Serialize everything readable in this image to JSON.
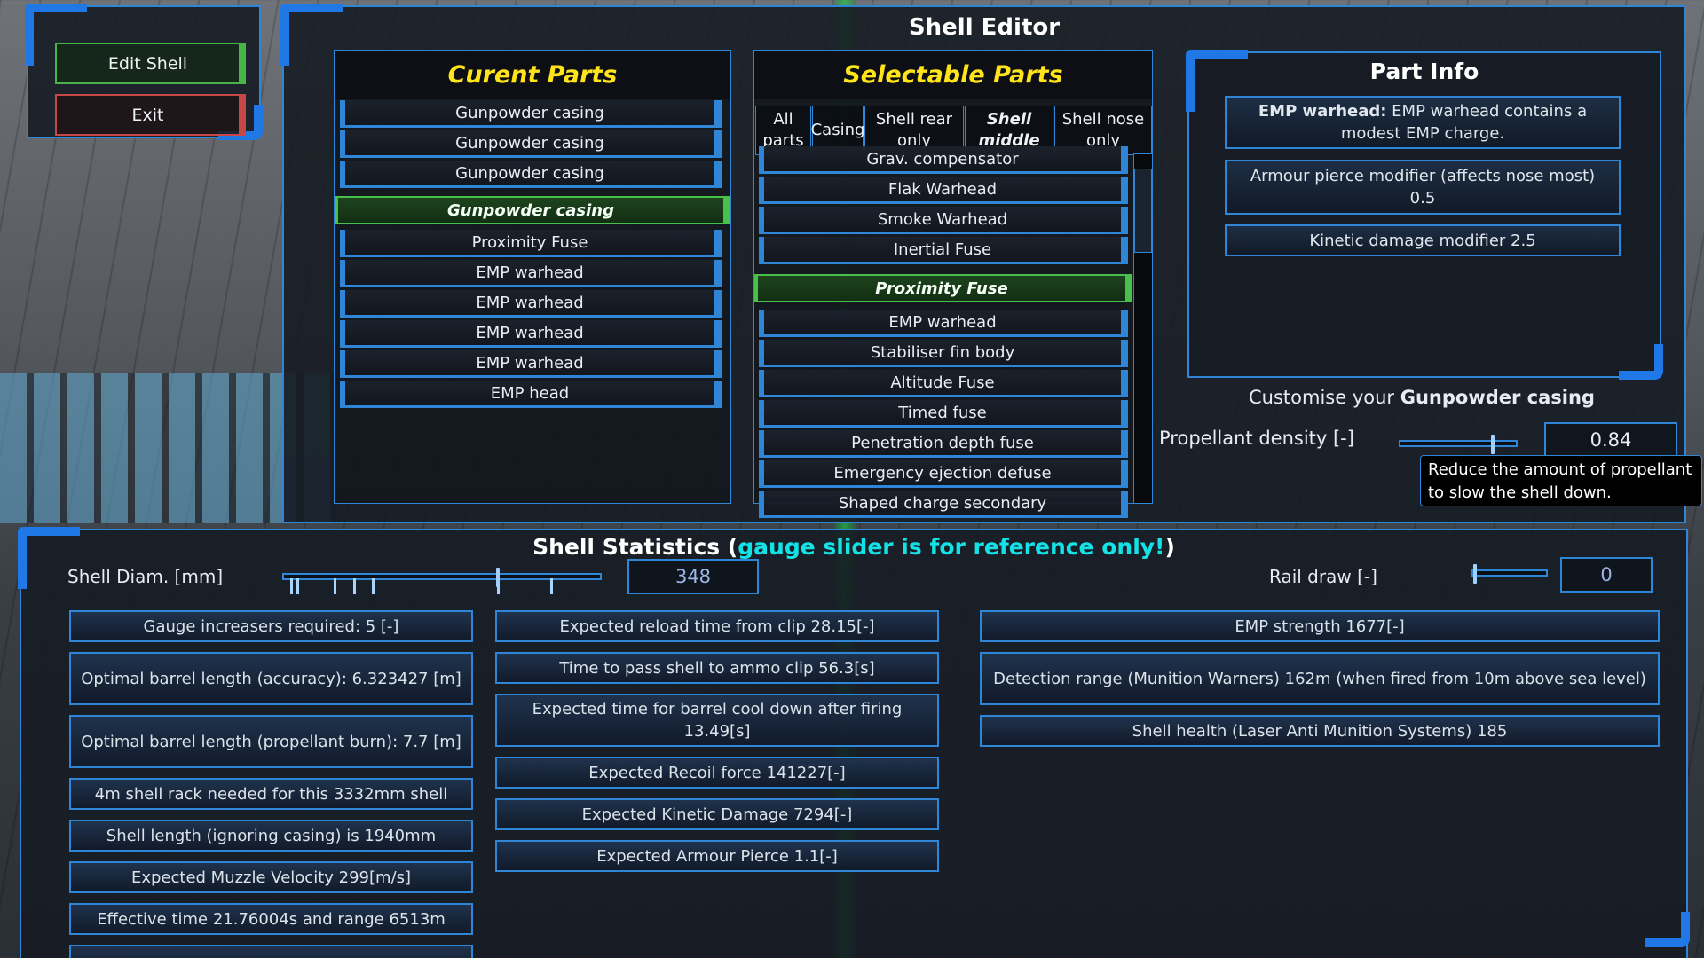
{
  "side_menu": {
    "edit_shell": "Edit Shell",
    "exit": "Exit"
  },
  "editor": {
    "title": "Shell Editor",
    "current_parts": {
      "heading": "Curent Parts",
      "items": [
        {
          "label": "Gunpowder casing",
          "selected": false
        },
        {
          "label": "Gunpowder casing",
          "selected": false
        },
        {
          "label": "Gunpowder casing",
          "selected": false
        },
        {
          "label": "Gunpowder casing",
          "selected": true
        },
        {
          "label": "Proximity Fuse",
          "selected": false
        },
        {
          "label": "EMP warhead",
          "selected": false
        },
        {
          "label": "EMP warhead",
          "selected": false
        },
        {
          "label": "EMP warhead",
          "selected": false
        },
        {
          "label": "EMP warhead",
          "selected": false
        },
        {
          "label": "EMP head",
          "selected": false
        }
      ]
    },
    "selectable_parts": {
      "heading": "Selectable Parts",
      "tabs": [
        {
          "label": "All parts",
          "active": false
        },
        {
          "label": "Casing",
          "active": false
        },
        {
          "label": "Shell rear only",
          "active": false
        },
        {
          "label": "Shell middle",
          "active": true
        },
        {
          "label": "Shell nose only",
          "active": false
        }
      ],
      "items": [
        {
          "label": "Grav. compensator",
          "selected": false
        },
        {
          "label": "Flak Warhead",
          "selected": false
        },
        {
          "label": "Smoke Warhead",
          "selected": false
        },
        {
          "label": "Inertial Fuse",
          "selected": false
        },
        {
          "label": "Proximity Fuse",
          "selected": true
        },
        {
          "label": "EMP warhead",
          "selected": false
        },
        {
          "label": "Stabiliser fin body",
          "selected": false
        },
        {
          "label": "Altitude Fuse",
          "selected": false
        },
        {
          "label": "Timed fuse",
          "selected": false
        },
        {
          "label": "Penetration depth fuse",
          "selected": false
        },
        {
          "label": "Emergency ejection defuse",
          "selected": false
        },
        {
          "label": "Shaped charge secondary",
          "selected": false
        }
      ]
    },
    "part_info": {
      "title": "Part Info",
      "name": "EMP warhead:",
      "description": " EMP warhead contains a modest EMP charge.",
      "armour_pierce": "Armour pierce modifier (affects nose most) 0.5",
      "kinetic_damage": "Kinetic damage modifier 2.5"
    },
    "customise": {
      "prefix": "Customise your ",
      "part_name": "Gunpowder casing",
      "propellant_label": "Propellant density [-]",
      "propellant_value": "0.84",
      "propellant_fraction": 0.81,
      "tooltip": "Reduce the amount of propellant to slow the shell down."
    }
  },
  "stats": {
    "title": "Shell Statistics (",
    "title_accent": "gauge slider is for reference only!",
    "title_end": ")",
    "diameter_label": "Shell Diam. [mm]",
    "diameter_value": "348",
    "diameter_fraction": 0.68,
    "diameter_ticks": [
      0.02,
      0.04,
      0.16,
      0.22,
      0.28,
      0.68,
      0.85
    ],
    "rail_label": "Rail draw [-]",
    "rail_value": "0",
    "rail_fraction": 0.0,
    "col1": [
      "Gauge increasers required: 5 [-]",
      "Optimal barrel length (accuracy): 6.323427 [m]",
      "Optimal barrel length (propellant burn): 7.7 [m]",
      "4m shell rack needed for this 3332mm shell",
      "Shell length (ignoring casing) is 1940mm",
      "Expected Muzzle Velocity 299[m/s]",
      "Effective time 21.76004s and range 6513m",
      ""
    ],
    "col2": [
      "Expected reload time from clip 28.15[-]",
      "Time to pass shell to ammo clip 56.3[s]",
      "Expected time for barrel cool down after firing 13.49[s]",
      "Expected Recoil force 141227[-]",
      "Expected Kinetic Damage 7294[-]",
      "Expected Armour Pierce 1.1[-]"
    ],
    "col3": [
      "EMP strength 1677[-]",
      "Detection range (Munition Warners) 162m (when fired from 10m above sea level)",
      "Shell health (Laser Anti Munition Systems) 185"
    ]
  }
}
